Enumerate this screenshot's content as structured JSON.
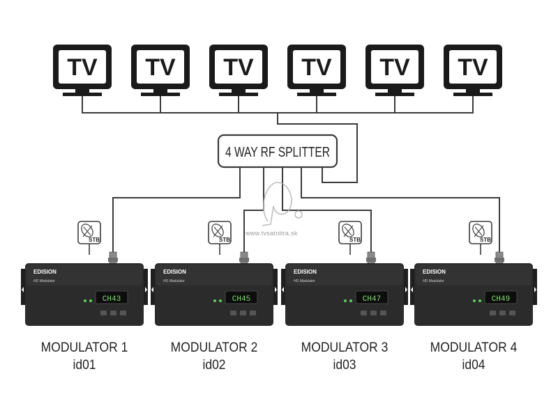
{
  "tv_label": "TV",
  "splitter_label": "4 WAY RF SPLITTER",
  "stb_label": "STB",
  "brand": "EDISION",
  "product_line": "HD Modulator",
  "watermark": "www.tvsatnitra.sk",
  "colors": {
    "line": "#3a3a3a",
    "device_body": "#2b2b2b",
    "display_bg": "#0d0d0d",
    "display_text": "#7ee06d"
  },
  "icons": [
    "tv-icon",
    "stb-icon",
    "connector-icon"
  ],
  "modulators": [
    {
      "name": "MODULATOR 1",
      "id": "id01",
      "channel": "CH43"
    },
    {
      "name": "MODULATOR 2",
      "id": "id02",
      "channel": "CH45"
    },
    {
      "name": "MODULATOR 3",
      "id": "id03",
      "channel": "CH47"
    },
    {
      "name": "MODULATOR 4",
      "id": "id04",
      "channel": "CH49"
    }
  ]
}
